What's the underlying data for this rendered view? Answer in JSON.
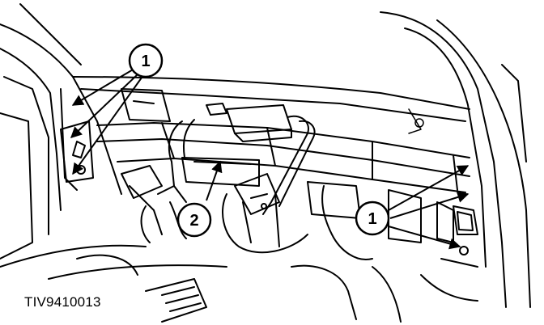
{
  "figure_code": "TIV9410013",
  "callouts": [
    {
      "id": "callout-1-left",
      "label": "1"
    },
    {
      "id": "callout-2",
      "label": "2"
    },
    {
      "id": "callout-1-right",
      "label": "1"
    }
  ],
  "colors": {
    "line": "#000000",
    "background": "#ffffff"
  }
}
